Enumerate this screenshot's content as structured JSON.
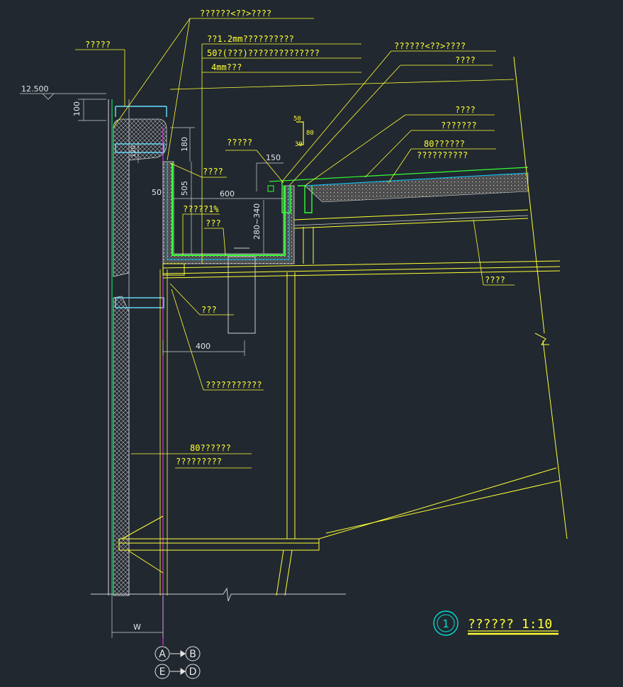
{
  "drawing": {
    "elevation": "12.500",
    "labels": {
      "top_profile": "??????<??>????",
      "l_parapet": "?????",
      "membrane": "??1.2mm??????????",
      "insulation_board": "50?(???)??????????????",
      "steel_plate": "4mm???",
      "r_profile": "??????<??>????",
      "r_a": "????",
      "r_b": "????",
      "r_c": "???????",
      "r_d1": "80??????",
      "r_d2": "??????????",
      "gutter_left": "?????",
      "gutter_mid": "????",
      "slope": "?????1%",
      "outlet": "???",
      "beam": "????",
      "support": "???",
      "flashing": "???????????",
      "wall1": "80??????",
      "wall2": "?????????"
    },
    "dims": {
      "d100": "100",
      "d180": "180",
      "d120": "120",
      "d150": "150",
      "d505": "505",
      "d600": "600",
      "d50": "50",
      "d280": "280~340",
      "d400": "400",
      "dW": "W",
      "s50": "50",
      "s80": "80",
      "s30": "30"
    },
    "axes": [
      "A",
      "B",
      "E",
      "D"
    ],
    "detail": {
      "number": "1",
      "title": "??????  1:10"
    }
  }
}
